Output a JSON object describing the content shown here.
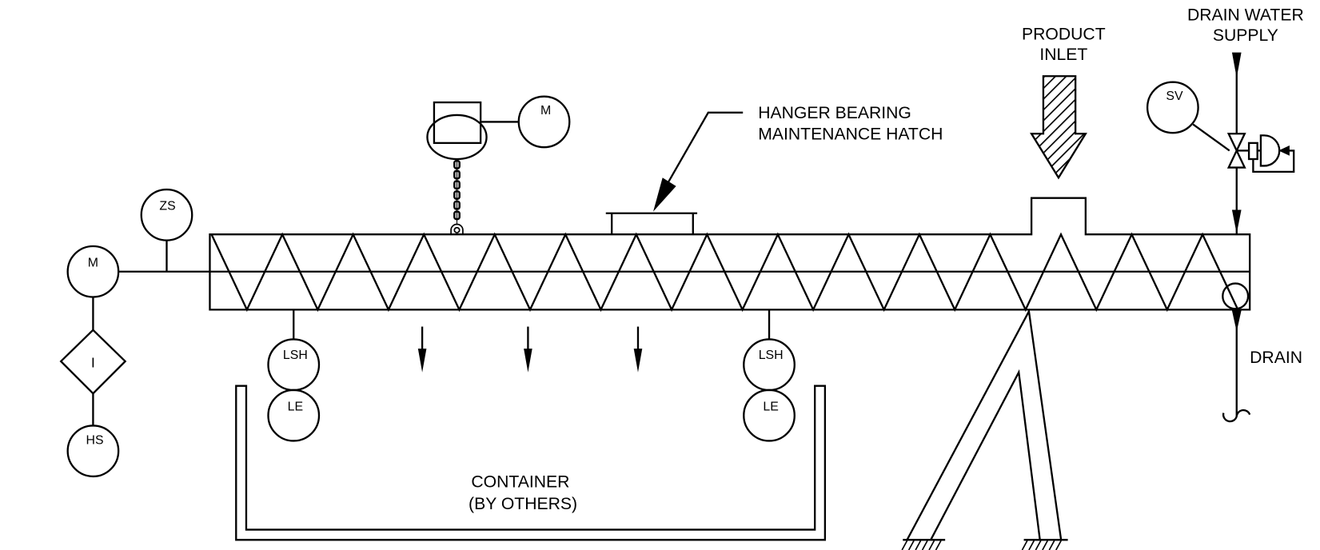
{
  "diagram": {
    "type": "process-and-instrumentation",
    "subject": "Screw conveyor with drain, level switches and hanger bearing hatch",
    "colors": {
      "line": "#000000",
      "background": "#ffffff"
    }
  },
  "labels": {
    "product_inlet": [
      "PRODUCT",
      "INLET"
    ],
    "drain_water_supply": [
      "DRAIN WATER",
      "SUPPLY"
    ],
    "hanger_bearing_hatch": [
      "HANGER BEARING",
      "MAINTENANCE HATCH"
    ],
    "drain": "DRAIN",
    "container": [
      "CONTAINER",
      "(BY OTHERS)"
    ]
  },
  "instruments": {
    "drive_motor": "M",
    "speed_switch": "ZS",
    "interlock": "I",
    "hand_switch": "HS",
    "hoist_motor": "M",
    "solenoid_valve": "SV",
    "level_switch_left": "LSH",
    "level_element_left": "LE",
    "level_switch_right": "LSH",
    "level_element_right": "LE"
  },
  "discharge_arrows": 3,
  "screw_flights": 14
}
